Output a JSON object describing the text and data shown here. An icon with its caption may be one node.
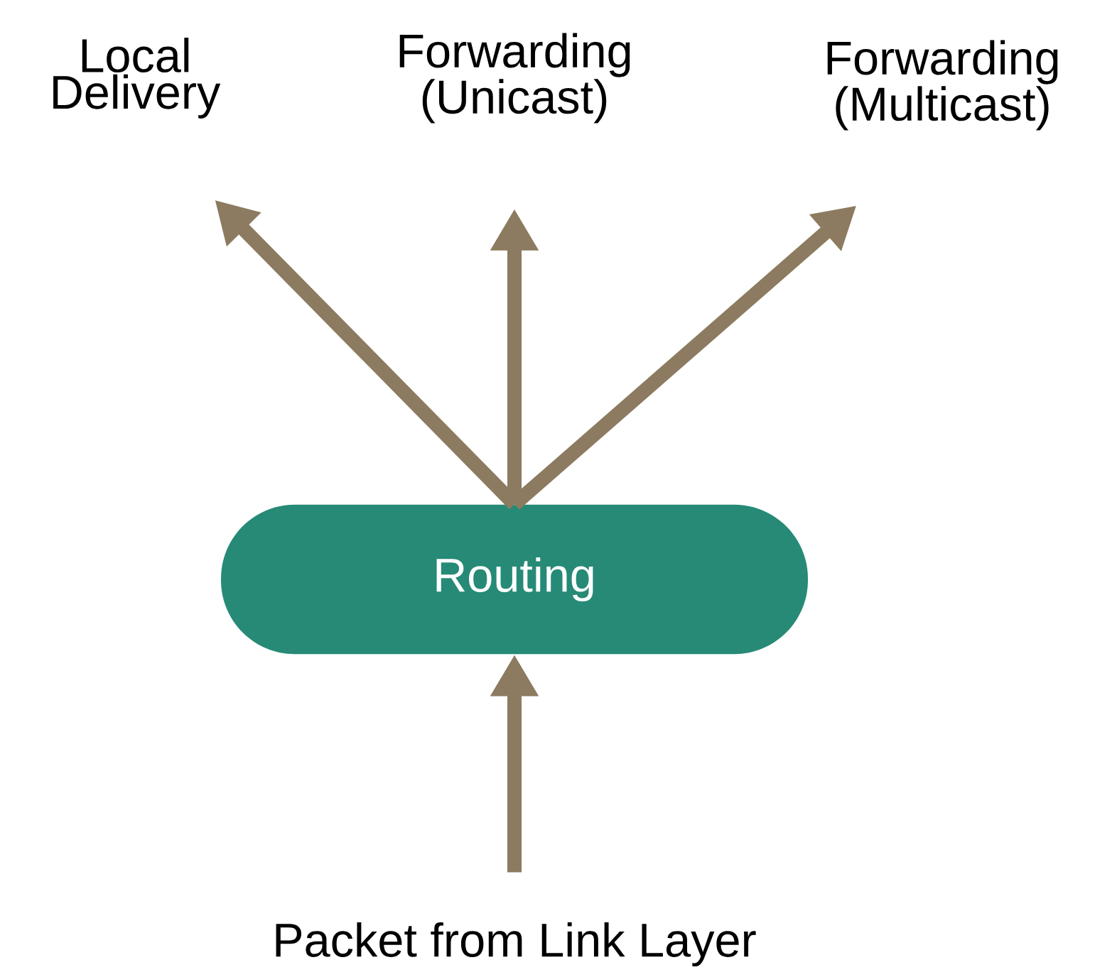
{
  "diagram": {
    "nodes": [
      {
        "text": [
          "Local Delivery"
        ]
      },
      {
        "text": [
          "Forwarding (Unicast)"
        ]
      },
      {
        "text": [
          "Forwarding (Multicast)"
        ]
      },
      {
        "text": [
          "Routing"
        ]
      },
      {
        "text": [
          "Packet from Link Layer"
        ]
      }
    ],
    "edges": [
      {
        "from": 3,
        "to": 0,
        "arrow": "to"
      },
      {
        "from": 3,
        "to": 1,
        "arrow": "to"
      },
      {
        "from": 3,
        "to": 2,
        "arrow": "to"
      },
      {
        "from": 4,
        "to": 3,
        "arrow": "to"
      }
    ]
  }
}
